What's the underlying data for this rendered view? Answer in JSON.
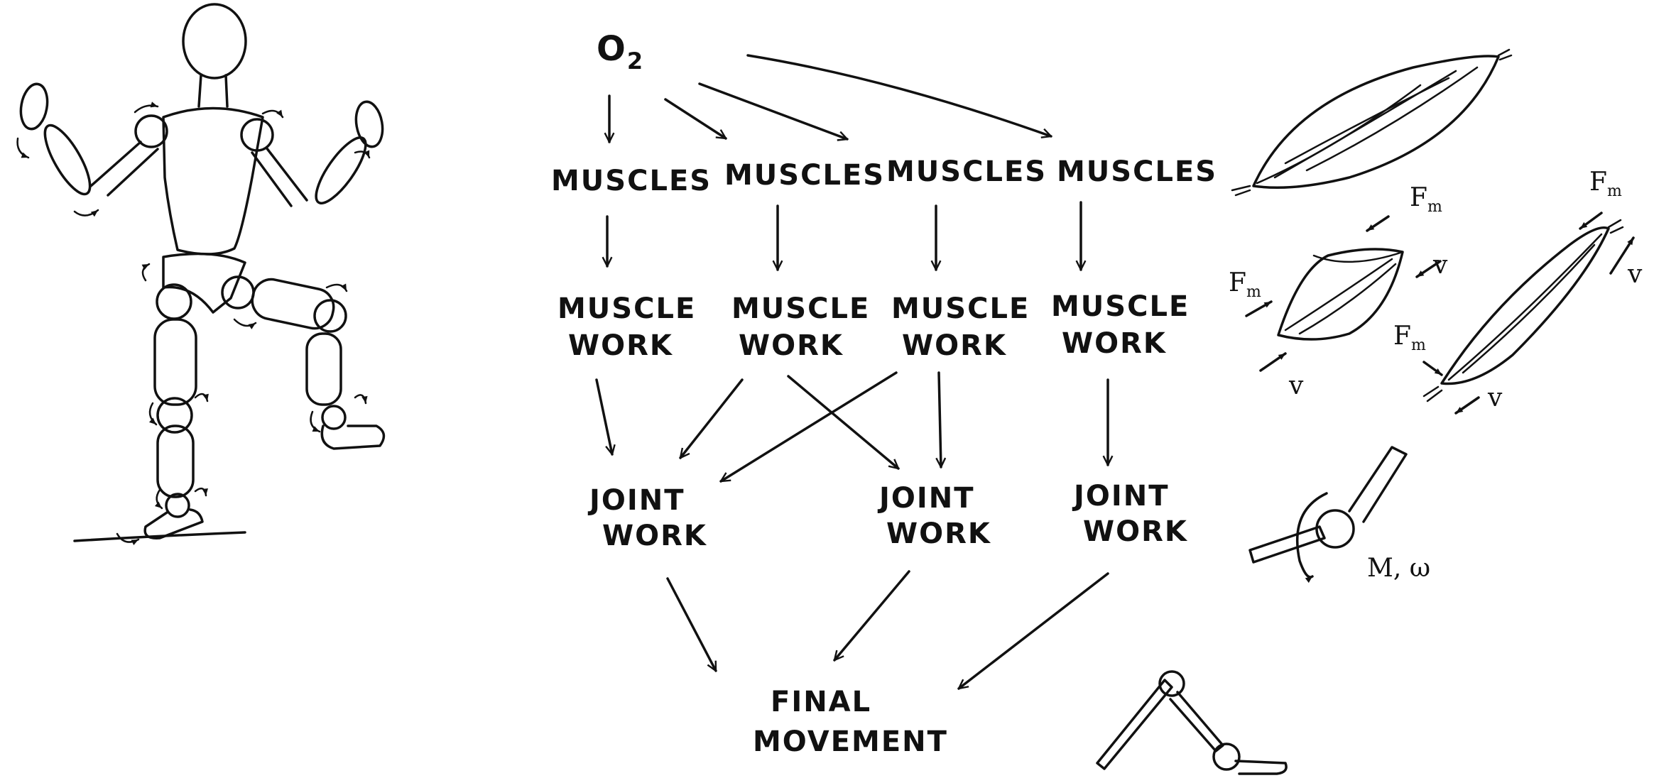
{
  "diagram": {
    "source_label": "O",
    "source_subscript": "2",
    "muscles_label": "MUSCLES",
    "muscle_work_line1": "MUSCLE",
    "muscle_work_line2": "WORK",
    "joint_work_line1": "JOINT",
    "joint_work_line2": "WORK",
    "final_line1": "FINAL",
    "final_line2": "MOVEMENT",
    "columns": [
      {
        "muscles": "MUSCLES",
        "muscle_work": [
          "MUSCLE",
          "WORK"
        ]
      },
      {
        "muscles": "MUSCLES",
        "muscle_work": [
          "MUSCLE",
          "WORK"
        ]
      },
      {
        "muscles": "MUSCLES",
        "muscle_work": [
          "MUSCLE",
          "WORK"
        ]
      },
      {
        "muscles": "MUSCLES",
        "muscle_work": [
          "MUSCLE",
          "WORK"
        ]
      }
    ],
    "joints": [
      {
        "line1": "JOINT",
        "line2": "WORK"
      },
      {
        "line1": "JOINT",
        "line2": "WORK"
      },
      {
        "line1": "JOINT",
        "line2": "WORK"
      }
    ]
  },
  "annotations": {
    "force_label": "F",
    "force_subscript": "m",
    "velocity_label": "v",
    "moment_label": "M, ω"
  }
}
